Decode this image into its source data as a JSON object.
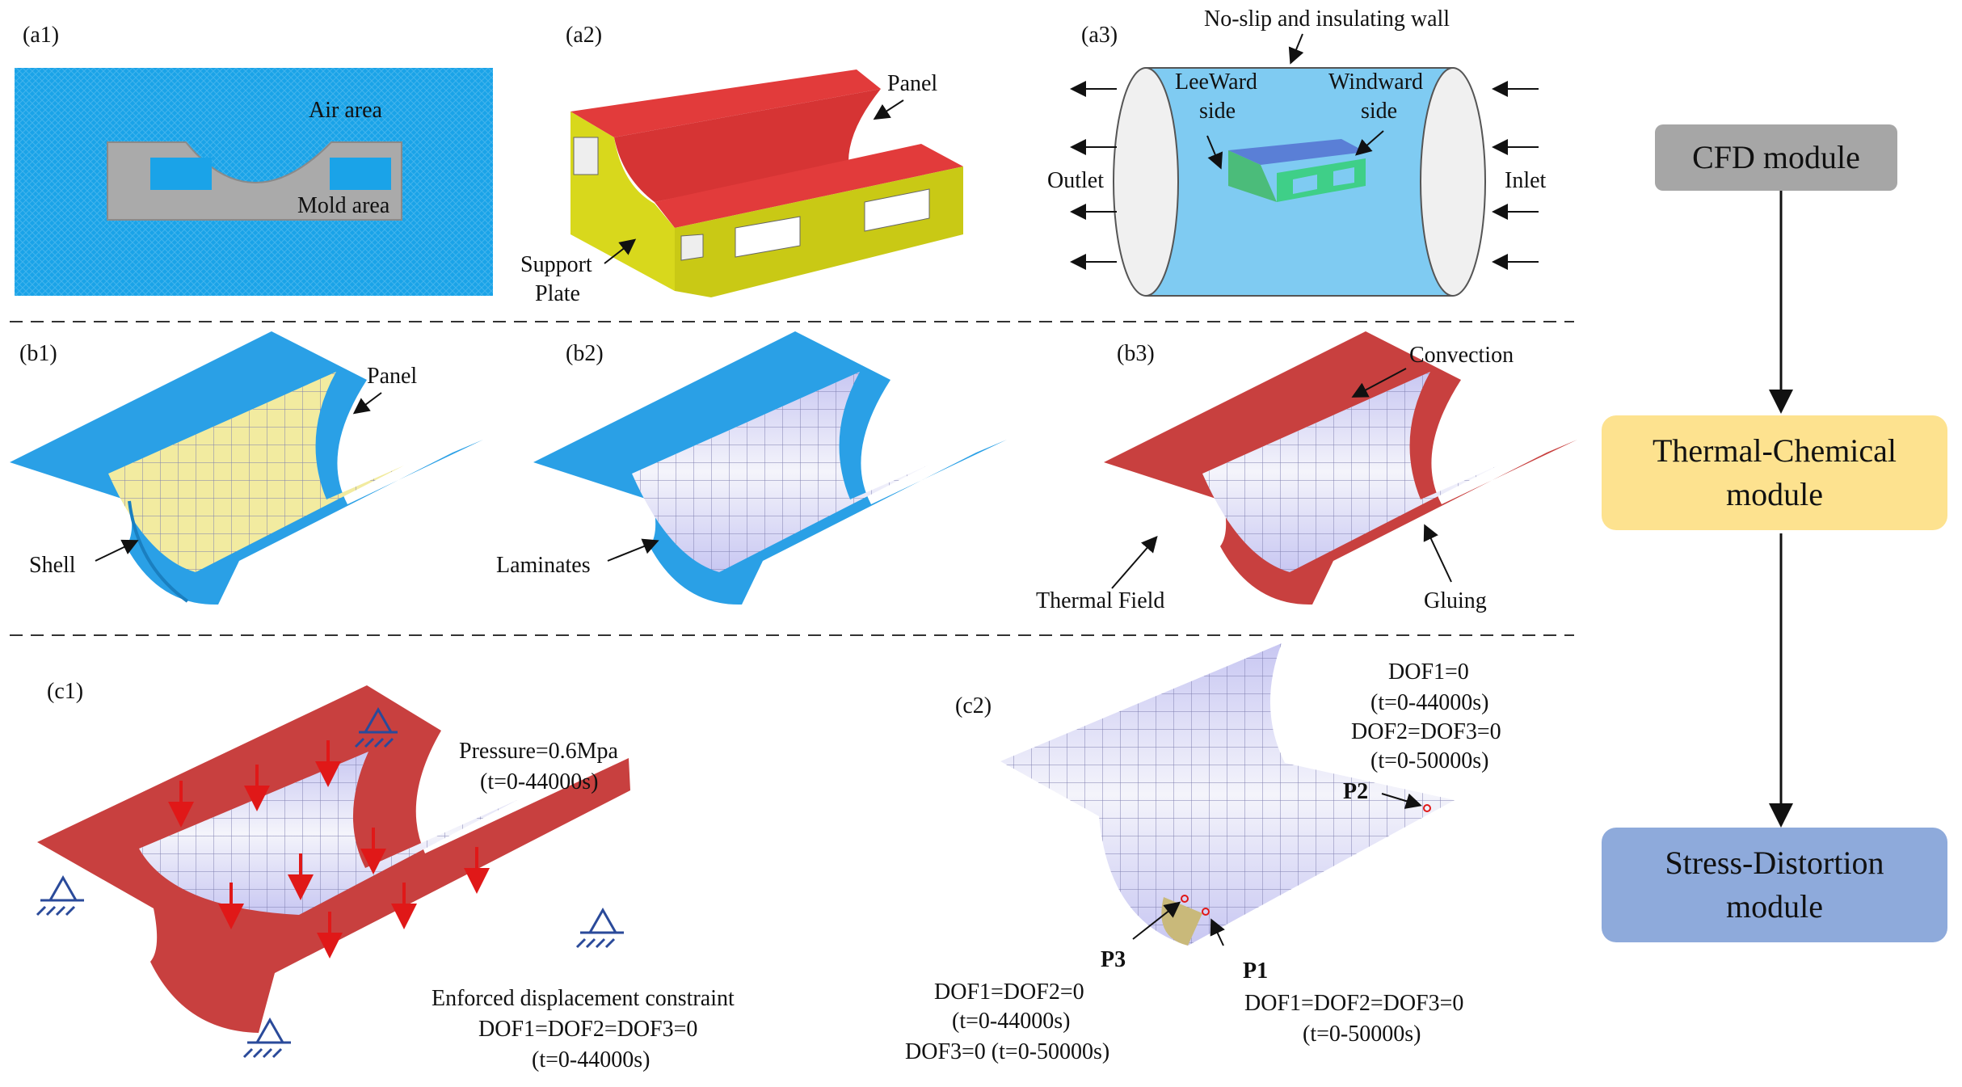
{
  "panels": {
    "a1": {
      "tag": "(a1)",
      "air": "Air area",
      "mold": "Mold area"
    },
    "a2": {
      "tag": "(a2)",
      "panel": "Panel",
      "support1": "Support",
      "support2": "Plate"
    },
    "a3": {
      "tag": "(a3)",
      "wall": "No-slip and insulating wall",
      "lee1": "LeeWard",
      "lee2": "side",
      "wind1": "Windward",
      "wind2": "side",
      "outlet": "Outlet",
      "inlet": "Inlet"
    },
    "b1": {
      "tag": "(b1)",
      "panel": "Panel",
      "shell": "Shell"
    },
    "b2": {
      "tag": "(b2)",
      "laminates": "Laminates"
    },
    "b3": {
      "tag": "(b3)",
      "convection": "Convection",
      "thermal": "Thermal Field",
      "gluing": "Gluing"
    },
    "c1": {
      "tag": "(c1)",
      "pressure": "Pressure=0.6Mpa",
      "pressure_t": "(t=0-44000s)",
      "enforced": "Enforced displacement constraint",
      "dof": "DOF1=DOF2=DOF3=0",
      "dof_t": "(t=0-44000s)"
    },
    "c2": {
      "tag": "(c2)",
      "p2_l1": "DOF1=0",
      "p2_l2": "(t=0-44000s)",
      "p2_l3": "DOF2=DOF3=0",
      "p2_l4": "(t=0-50000s)",
      "p1": "P1",
      "p2": "P2",
      "p3": "P3",
      "p3_l1": "DOF1=DOF2=0",
      "p3_l2": "(t=0-44000s)",
      "p3_l3": "DOF3=0 (t=0-50000s)",
      "p1_l1": "DOF1=DOF2=DOF3=0",
      "p1_l2": "(t=0-50000s)"
    }
  },
  "modules": {
    "cfd": "CFD module",
    "thermal1": "Thermal-Chemical",
    "thermal2": "module",
    "stress1": "Stress-Distortion",
    "stress2": "module"
  },
  "colors": {
    "air": "#1aa3e8",
    "mold": "#a9a9a9",
    "red": "#e23b3b",
    "yellow": "#d6d61e",
    "channel": "#7ecbf0",
    "blue_panel": "#2aa0e6",
    "lam": "#c9c8f0",
    "shell": "#f2eba0",
    "thermal_red": "#c8403f",
    "cfd": "#a6a6a6",
    "tc": "#fde28f",
    "sd": "#8eaadb"
  }
}
